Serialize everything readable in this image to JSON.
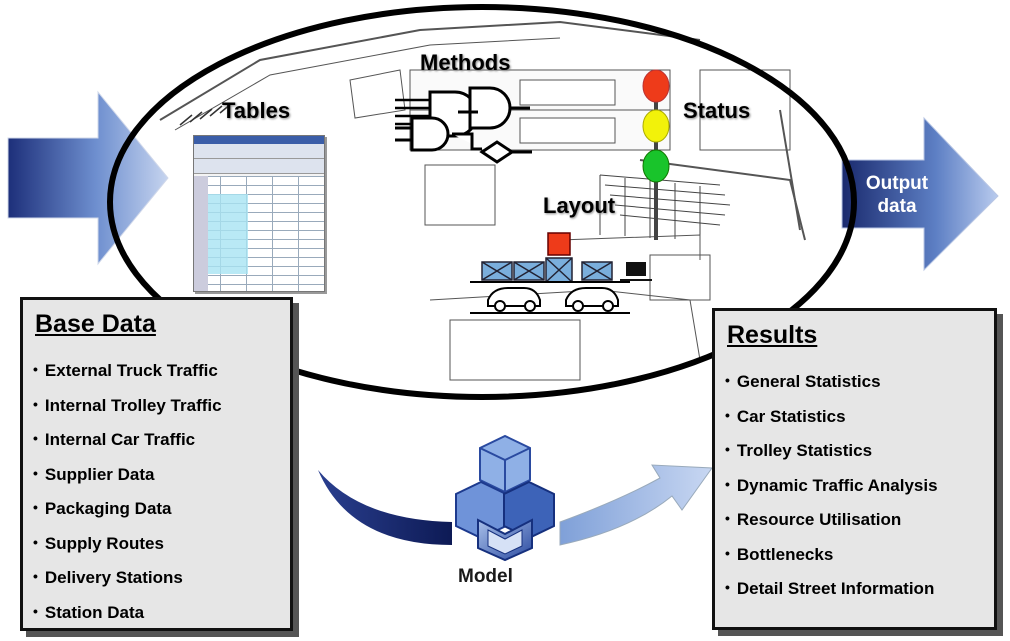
{
  "labels": {
    "tables": "Tables",
    "methods": "Methods",
    "status": "Status",
    "layout": "Layout",
    "output": "Output data",
    "model": "Model"
  },
  "base_data": {
    "title": "Base Data",
    "items": [
      "External Truck Traffic",
      "Internal Trolley Traffic",
      "Internal Car Traffic",
      "Supplier Data",
      "Packaging Data",
      "Supply Routes",
      "Delivery Stations",
      "Station Data"
    ]
  },
  "results": {
    "title": "Results",
    "items": [
      "General Statistics",
      "Car Statistics",
      "Trolley Statistics",
      "Dynamic Traffic Analysis",
      "Resource Utilisation",
      "Bottlenecks",
      "Detail Street Information"
    ]
  },
  "colors": {
    "arrow_blue": "#1c2f7a",
    "arrow_light": "#9fb3dc",
    "traffic_red": "#ee3b1a",
    "traffic_yellow": "#f2f20a",
    "traffic_green": "#19c42b",
    "box_bg": "#e6e6e6"
  }
}
